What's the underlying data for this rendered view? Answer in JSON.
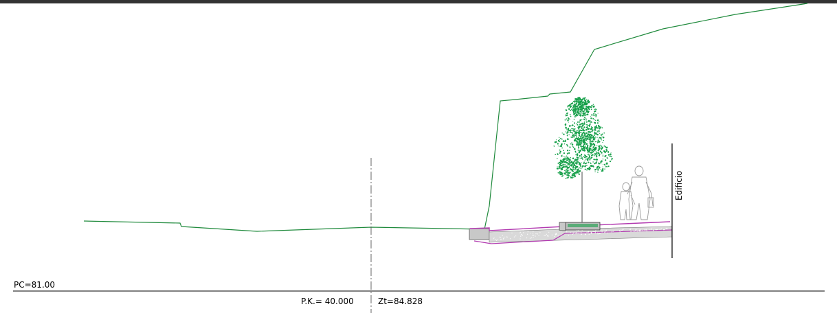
{
  "labels": {
    "comparison_plane": "PC=81.00",
    "chainage": "P.K.=  40.000",
    "terrain_elevation": "Zt=84.828",
    "building": "Edificio"
  },
  "colors": {
    "terrain": "#1f8a3c",
    "tree": "#17a04a",
    "pavement_outline": "#b23ab0",
    "kerb_fill": "#c8c8c8",
    "ink": "#000000",
    "figures": "#9a9a9a"
  }
}
